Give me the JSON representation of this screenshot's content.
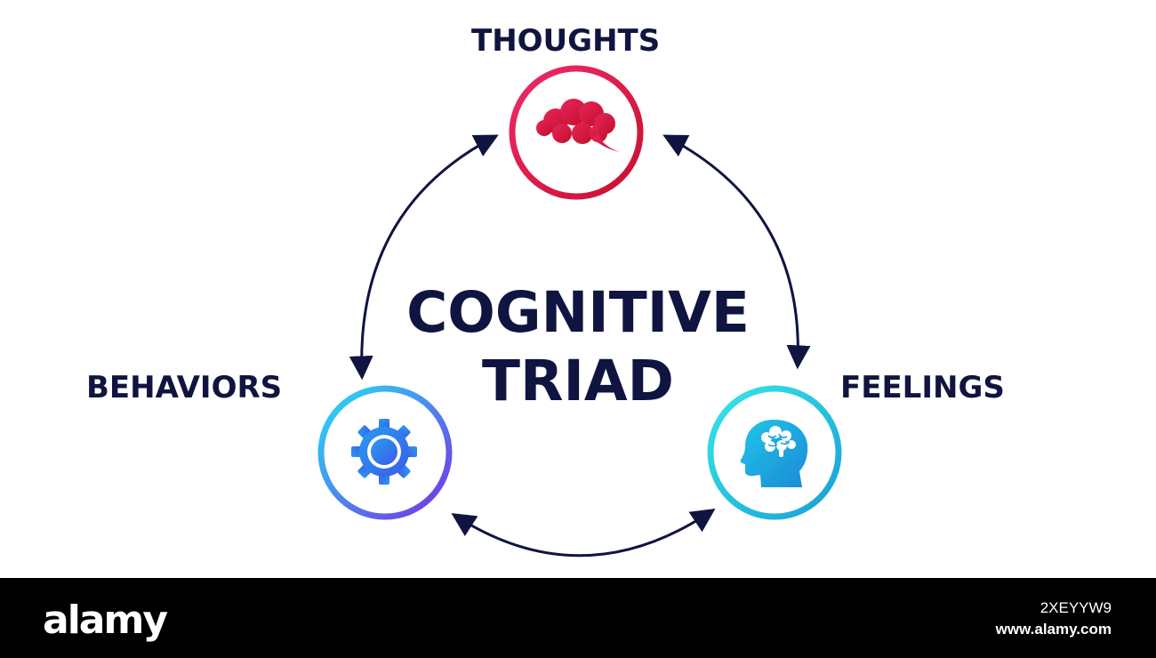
{
  "diagram": {
    "title_line1": "COGNITIVE",
    "title_line2": "TRIAD",
    "nodes": [
      {
        "id": "thoughts",
        "label": "THOUGHTS",
        "icon": "speech-cloud-icon",
        "colors": [
          "#e8255a",
          "#c8102e"
        ]
      },
      {
        "id": "behaviors",
        "label": "BEHAVIORS",
        "icon": "gear-icon",
        "colors": [
          "#2ad4f0",
          "#6a2ee8"
        ]
      },
      {
        "id": "feelings",
        "label": "FEELINGS",
        "icon": "head-brain-icon",
        "colors": [
          "#2fe0e8",
          "#1fa4d6"
        ]
      }
    ],
    "text_color": "#0f1440",
    "arrow_color": "#0f1440"
  },
  "footer": {
    "logo": "alamy",
    "image_id": "2XEYYW9",
    "url": "www.alamy.com"
  }
}
